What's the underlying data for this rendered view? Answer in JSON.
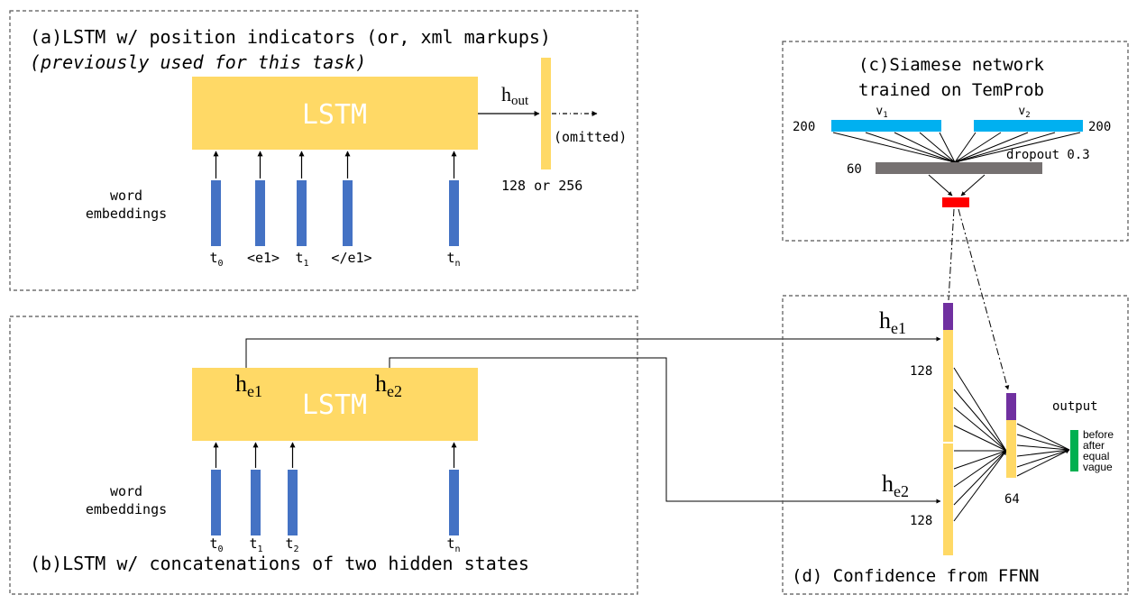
{
  "colors": {
    "lstm": "#FFD966",
    "embedding": "#4472C4",
    "siamese_v": "#00B0F0",
    "hidden60": "#767171",
    "siamese_out": "#FF0000",
    "position": "#7030A0",
    "output": "#00B050",
    "dashed_border": "#555555"
  },
  "panel_a": {
    "title_line1": "(a)LSTM w/ position indicators (or, xml markups)",
    "title_line2": "(previously used for this task)",
    "lstm_label": "LSTM",
    "word_label_1": "word",
    "word_label_2": "embeddings",
    "h_out_base": "h",
    "h_out_sub": "out",
    "omitted": "(omitted)",
    "dim_label": "128 or 256",
    "tokens": [
      {
        "base": "t",
        "sub": "0"
      },
      {
        "base": "<e1>",
        "sub": ""
      },
      {
        "base": "t",
        "sub": "1"
      },
      {
        "base": "</e1>",
        "sub": ""
      },
      {
        "base": "t",
        "sub": "n"
      }
    ]
  },
  "panel_b": {
    "title": "(b)LSTM w/ concatenations of two hidden states",
    "lstm_label": "LSTM",
    "word_label_1": "word",
    "word_label_2": "embeddings",
    "he1_base": "h",
    "he1_sub": "e1",
    "he2_base": "h",
    "he2_sub": "e2",
    "tokens": [
      {
        "base": "t",
        "sub": "0"
      },
      {
        "base": "t",
        "sub": "1"
      },
      {
        "base": "t",
        "sub": "2"
      },
      {
        "base": "t",
        "sub": "n"
      }
    ]
  },
  "panel_c": {
    "title_line1": "(c)Siamese network",
    "title_line2": "trained on TemProb",
    "v1_base": "v",
    "v1_sub": "1",
    "v2_base": "v",
    "v2_sub": "2",
    "dim_left": "200",
    "dim_right": "200",
    "dropout": "dropout 0.3",
    "hidden_dim": "60"
  },
  "panel_d": {
    "title": "(d) Confidence from FFNN",
    "he1_base": "h",
    "he1_sub": "e1",
    "he2_base": "h",
    "he2_sub": "e2",
    "dim_top": "128",
    "dim_bottom": "128",
    "hidden_dim": "64",
    "output_label": "output",
    "classes": [
      "before",
      "after",
      "equal",
      "vague"
    ]
  }
}
